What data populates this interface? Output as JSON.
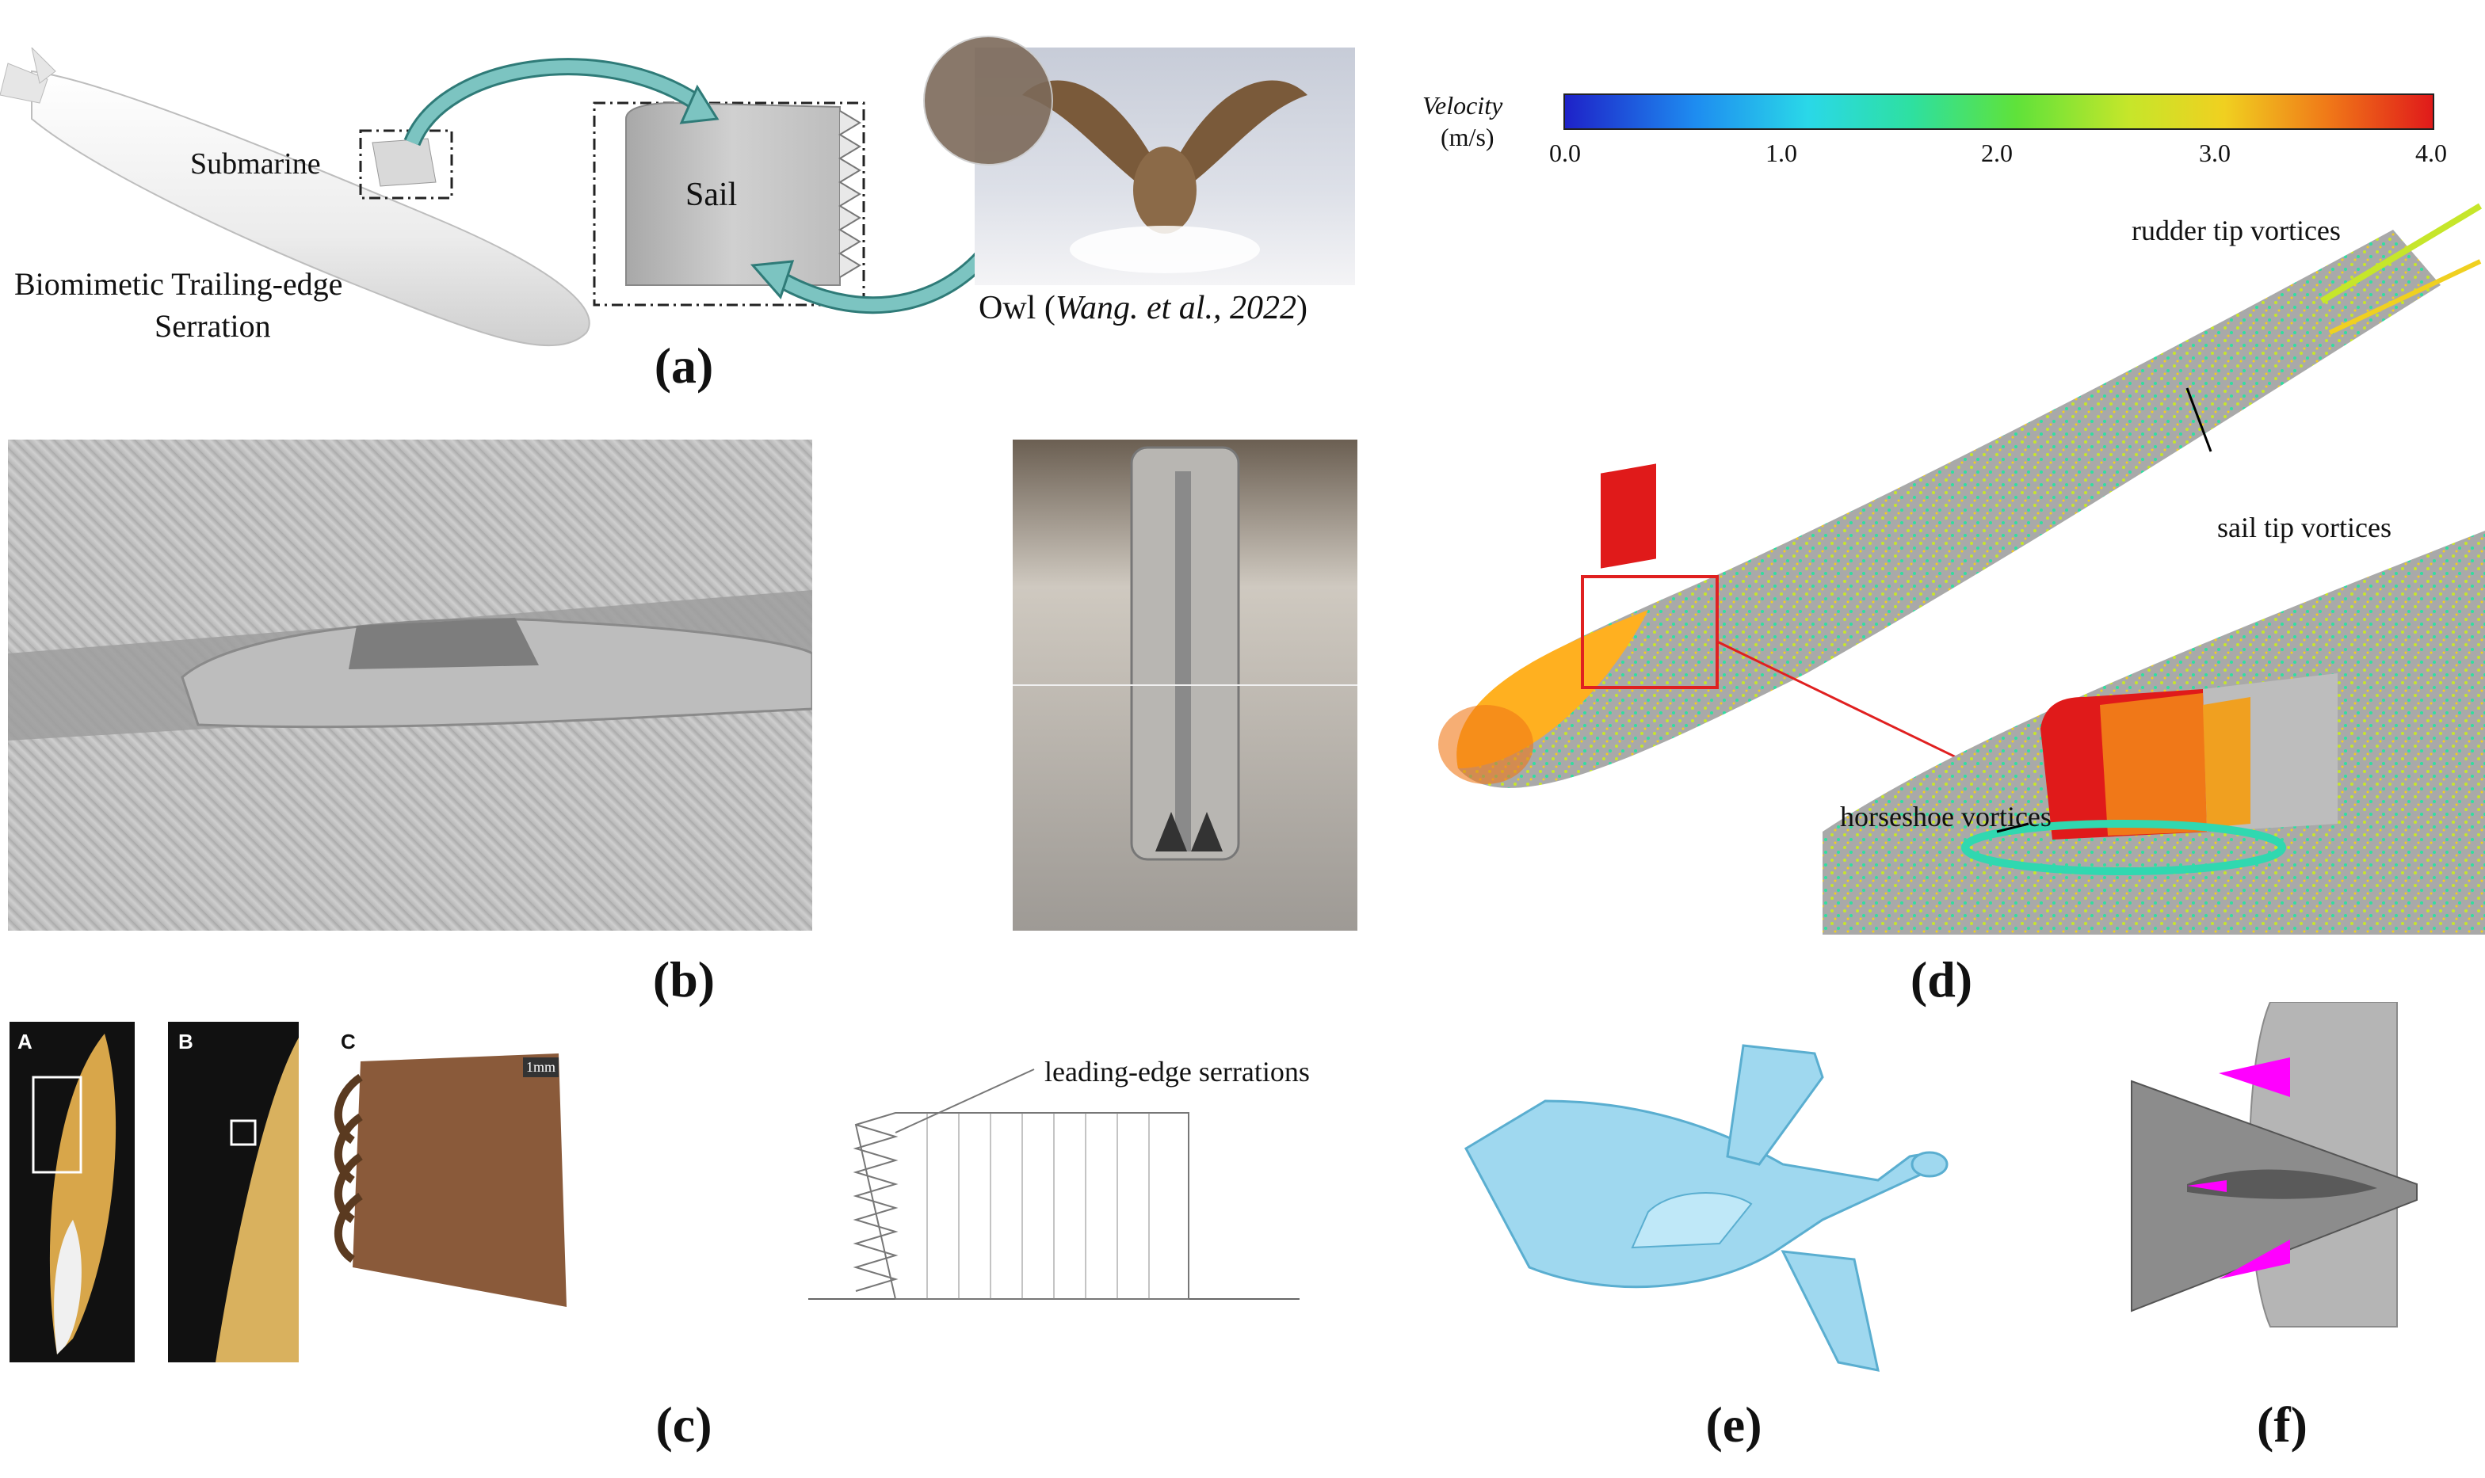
{
  "panels": {
    "a": {
      "caption": "(a)",
      "submarine_label": "Submarine",
      "sail_label": "Sail",
      "serration_label_line1": "Biomimetic Trailing-edge",
      "serration_label_line2": "Serration",
      "owl_prefix": "Owl (",
      "owl_citation": "Wang. et al., 2022",
      "owl_suffix": ")"
    },
    "b": {
      "caption": "(b)"
    },
    "c": {
      "caption": "(c)",
      "sub_a": "A",
      "sub_b": "B",
      "sub_c": "C",
      "scale_label": "1mm",
      "leading_edge_label": "leading-edge serrations"
    },
    "d": {
      "caption": "(d)",
      "colorbar_title": "Velocity",
      "colorbar_unit": "(m/s)",
      "colorbar_ticks": [
        "0.0",
        "1.0",
        "2.0",
        "3.0",
        "4.0"
      ],
      "rudder_label": "rudder tip vortices",
      "sail_tip_label": "sail tip vortices",
      "horseshoe_label": "horseshoe vortices"
    },
    "e": {
      "caption": "(e)"
    },
    "f": {
      "caption": "(f)"
    }
  },
  "colors": {
    "submarine_body": "#f2f2f2",
    "arrow_teal": "#5fb3b0",
    "cfd_gray": "#a9a9a9",
    "hull_blue": "#9fd8ef",
    "magenta": "#ff00ff",
    "highlight_red": "#e02020"
  }
}
